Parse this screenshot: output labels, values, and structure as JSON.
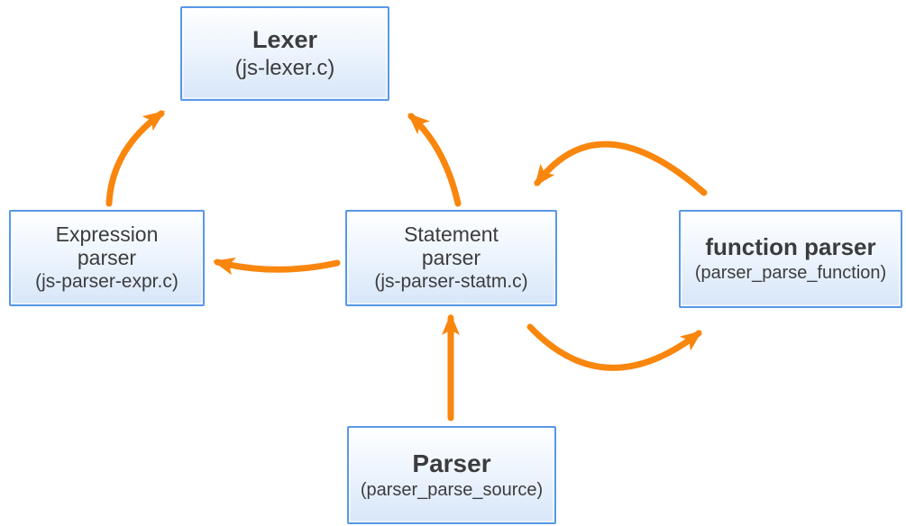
{
  "diagram": {
    "type": "flow-diagram",
    "background": "#ffffff",
    "colors": {
      "arrow": "#f9860d",
      "box_border": "#5898e8",
      "box_fill_top": "#feffff",
      "box_fill_bottom": "#d7e6f9",
      "text": "#3c3c3e"
    },
    "nodes": [
      {
        "id": "lexer",
        "title": "Lexer",
        "subtitle": "(js-lexer.c)"
      },
      {
        "id": "expression-parser",
        "title": "Expression\nparser",
        "subtitle": "(js-parser-expr.c)"
      },
      {
        "id": "statement-parser",
        "title": "Statement\nparser",
        "subtitle": "(js-parser-statm.c)"
      },
      {
        "id": "function-parser",
        "title": "function parser",
        "subtitle": "(parser_parse_function)"
      },
      {
        "id": "parser",
        "title": "Parser",
        "subtitle": "(parser_parse_source)"
      }
    ],
    "edges": [
      {
        "from": "expression-parser",
        "to": "lexer"
      },
      {
        "from": "statement-parser",
        "to": "lexer"
      },
      {
        "from": "statement-parser",
        "to": "expression-parser"
      },
      {
        "from": "function-parser",
        "to": "statement-parser"
      },
      {
        "from": "statement-parser",
        "to": "function-parser"
      },
      {
        "from": "parser",
        "to": "statement-parser"
      }
    ]
  }
}
